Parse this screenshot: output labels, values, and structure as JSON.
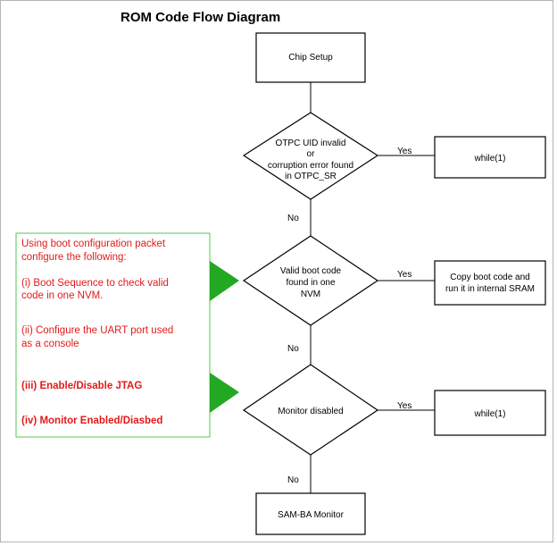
{
  "title": "ROM Code Flow Diagram",
  "nodes": {
    "chip_setup": "Chip Setup",
    "otpc_decision": [
      "OTPC UID invalid",
      "or",
      "corruption error found",
      "in OTPC_SR"
    ],
    "valid_boot_decision": [
      "Valid boot code",
      "found in one",
      "NVM"
    ],
    "monitor_decision": [
      "Monitor disabled"
    ],
    "while1_top": "while(1)",
    "copy_boot": [
      "Copy boot code and",
      "run it in internal SRAM"
    ],
    "while1_bottom": "while(1)",
    "sam_ba": "SAM-BA Monitor"
  },
  "edge_labels": {
    "yes_1": "Yes",
    "no_1": "No",
    "yes_2": "Yes",
    "no_2": "No",
    "yes_3": "Yes",
    "no_3": "No"
  },
  "note": {
    "intro": [
      "Using boot configuration packet",
      "configure the following:"
    ],
    "item1": [
      "(i) Boot Sequence to check valid",
      "code in one NVM."
    ],
    "item2": [
      "(ii) Configure the UART port used",
      "as a console"
    ],
    "item3": "(iii) Enable/Disable JTAG",
    "item4": "(iv) Monitor Enabled/Diasbed"
  },
  "colors": {
    "note_text": "#e21a1a",
    "note_border": "#56c456",
    "arrow_green": "#23a823",
    "line": "#000000"
  }
}
